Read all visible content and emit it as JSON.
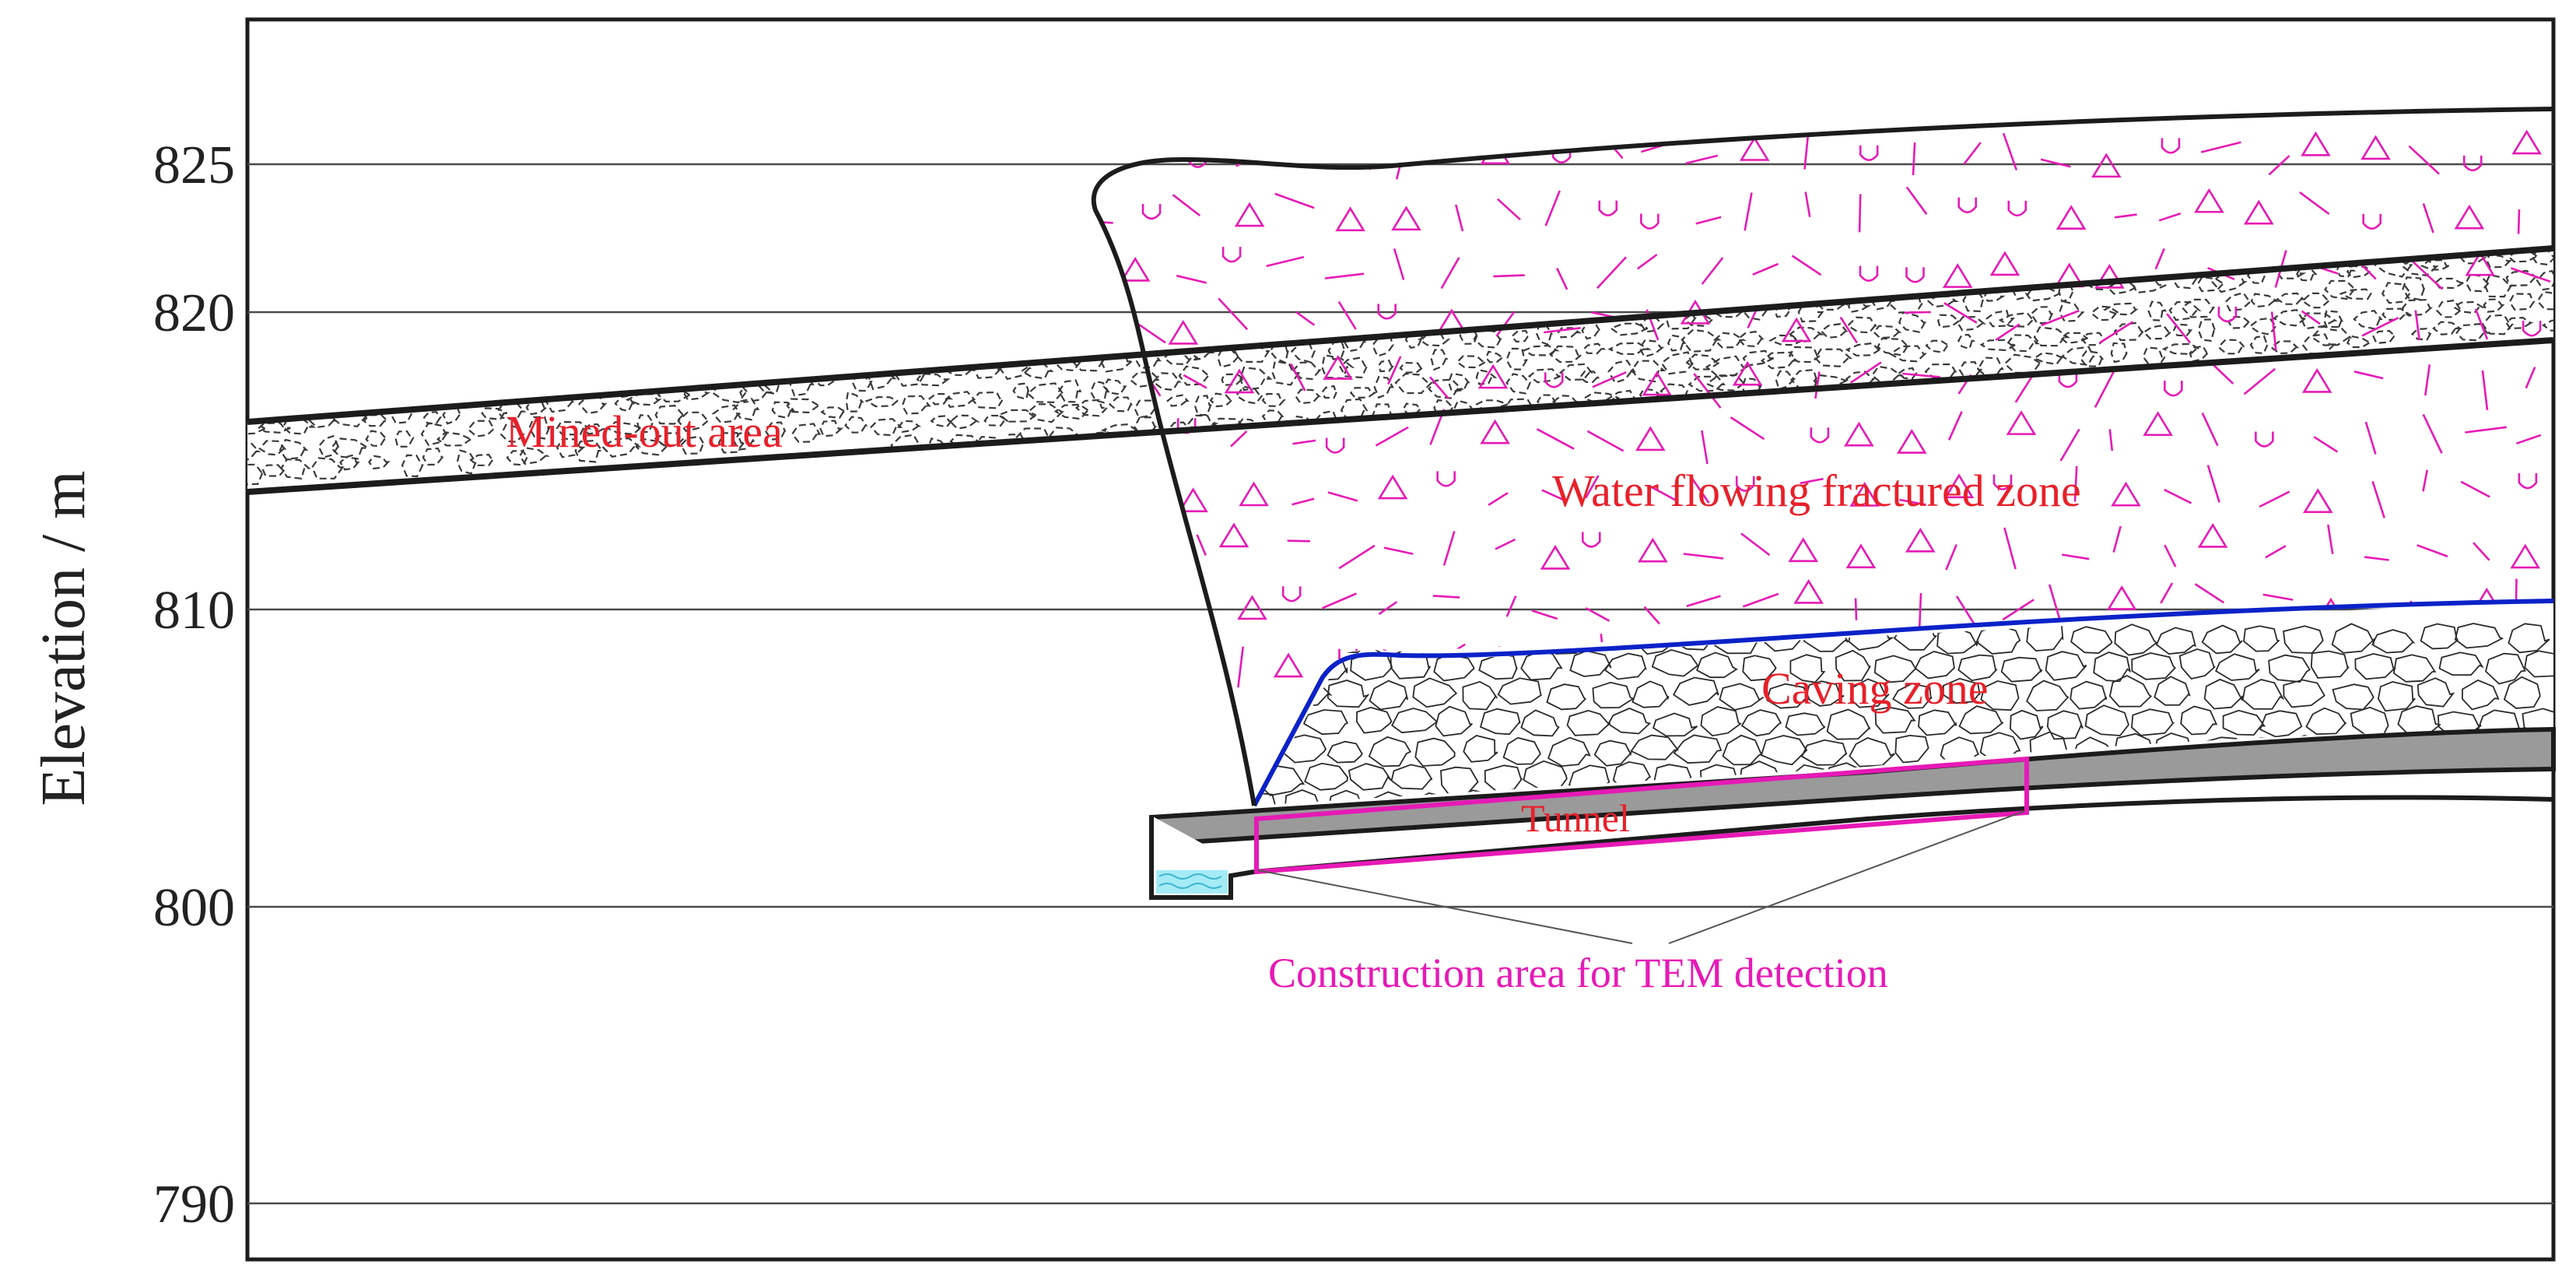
{
  "axis": {
    "title": "Elevation / m",
    "ticks": [
      {
        "value": 825,
        "label": "825"
      },
      {
        "value": 820,
        "label": "820"
      },
      {
        "value": 810,
        "label": "810"
      },
      {
        "value": 800,
        "label": "800"
      },
      {
        "value": 790,
        "label": "790"
      }
    ]
  },
  "labels": {
    "mined_out": "Mined-out area",
    "water_zone": "Water flowing fractured zone",
    "caving_zone": "Caving zone",
    "tunnel": "Tunnel",
    "construction": "Construction area for TEM detection"
  },
  "colors": {
    "zone_label": "#e8202a",
    "callout_label": "#e61ab6",
    "fracture_symbols": "#e61ab6",
    "caving_boundary": "#0b22c8",
    "outline": "#1c1c1c",
    "grid": "#4a4a4a",
    "tunnel_fill": "#9a9a9a",
    "water": "#7fe2f2"
  }
}
